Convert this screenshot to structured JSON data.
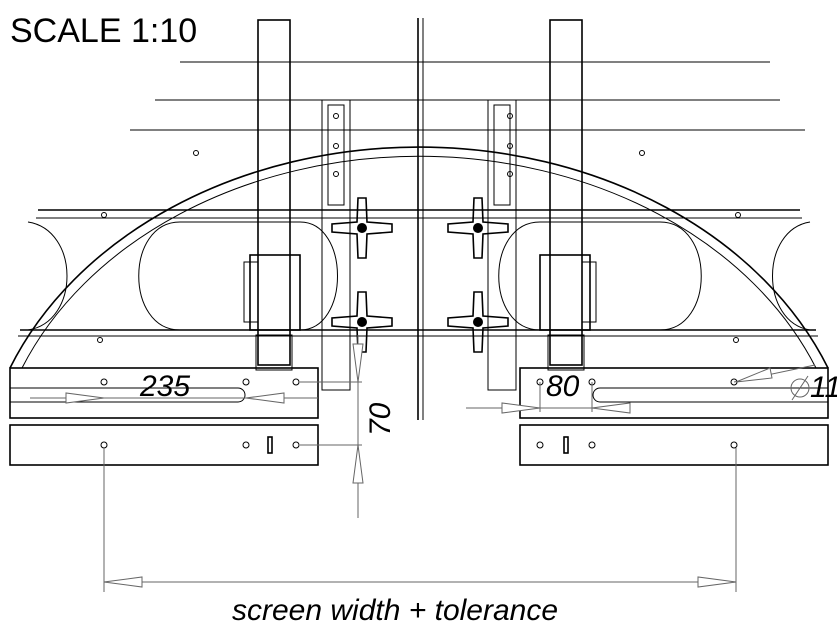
{
  "title": "SCALE 1:10",
  "dimensions": {
    "d235": "235",
    "d80": "80",
    "d70": "70",
    "d11": "11"
  },
  "diameter_symbol": "φ",
  "caption": "screen width + tolerance"
}
